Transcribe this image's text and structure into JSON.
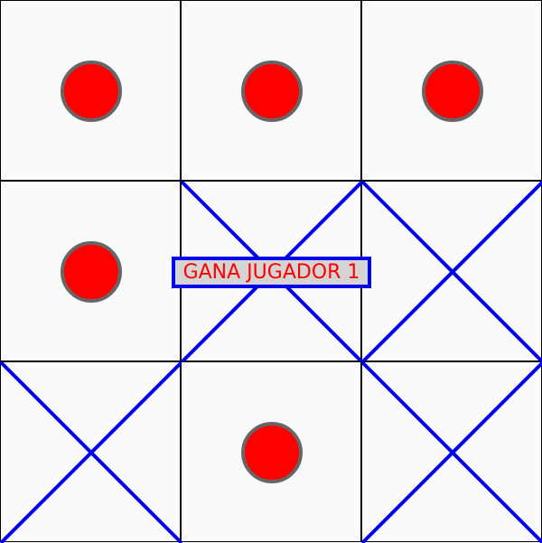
{
  "board": {
    "cells": [
      "O",
      "O",
      "O",
      "O",
      "X",
      "X",
      "X",
      "O",
      "X"
    ]
  },
  "pieces": {
    "O": {
      "name": "circle-piece",
      "fill": "#ff0000",
      "stroke": "#666666"
    },
    "X": {
      "name": "cross-piece",
      "stroke": "#0000ee"
    }
  },
  "banner": {
    "text": "GANA JUGADOR 1",
    "text_color": "#ff0000",
    "border_color": "#0000ee",
    "background": "#d4d4d4"
  },
  "colors": {
    "grid": "#000000",
    "background": "#fafafa"
  }
}
